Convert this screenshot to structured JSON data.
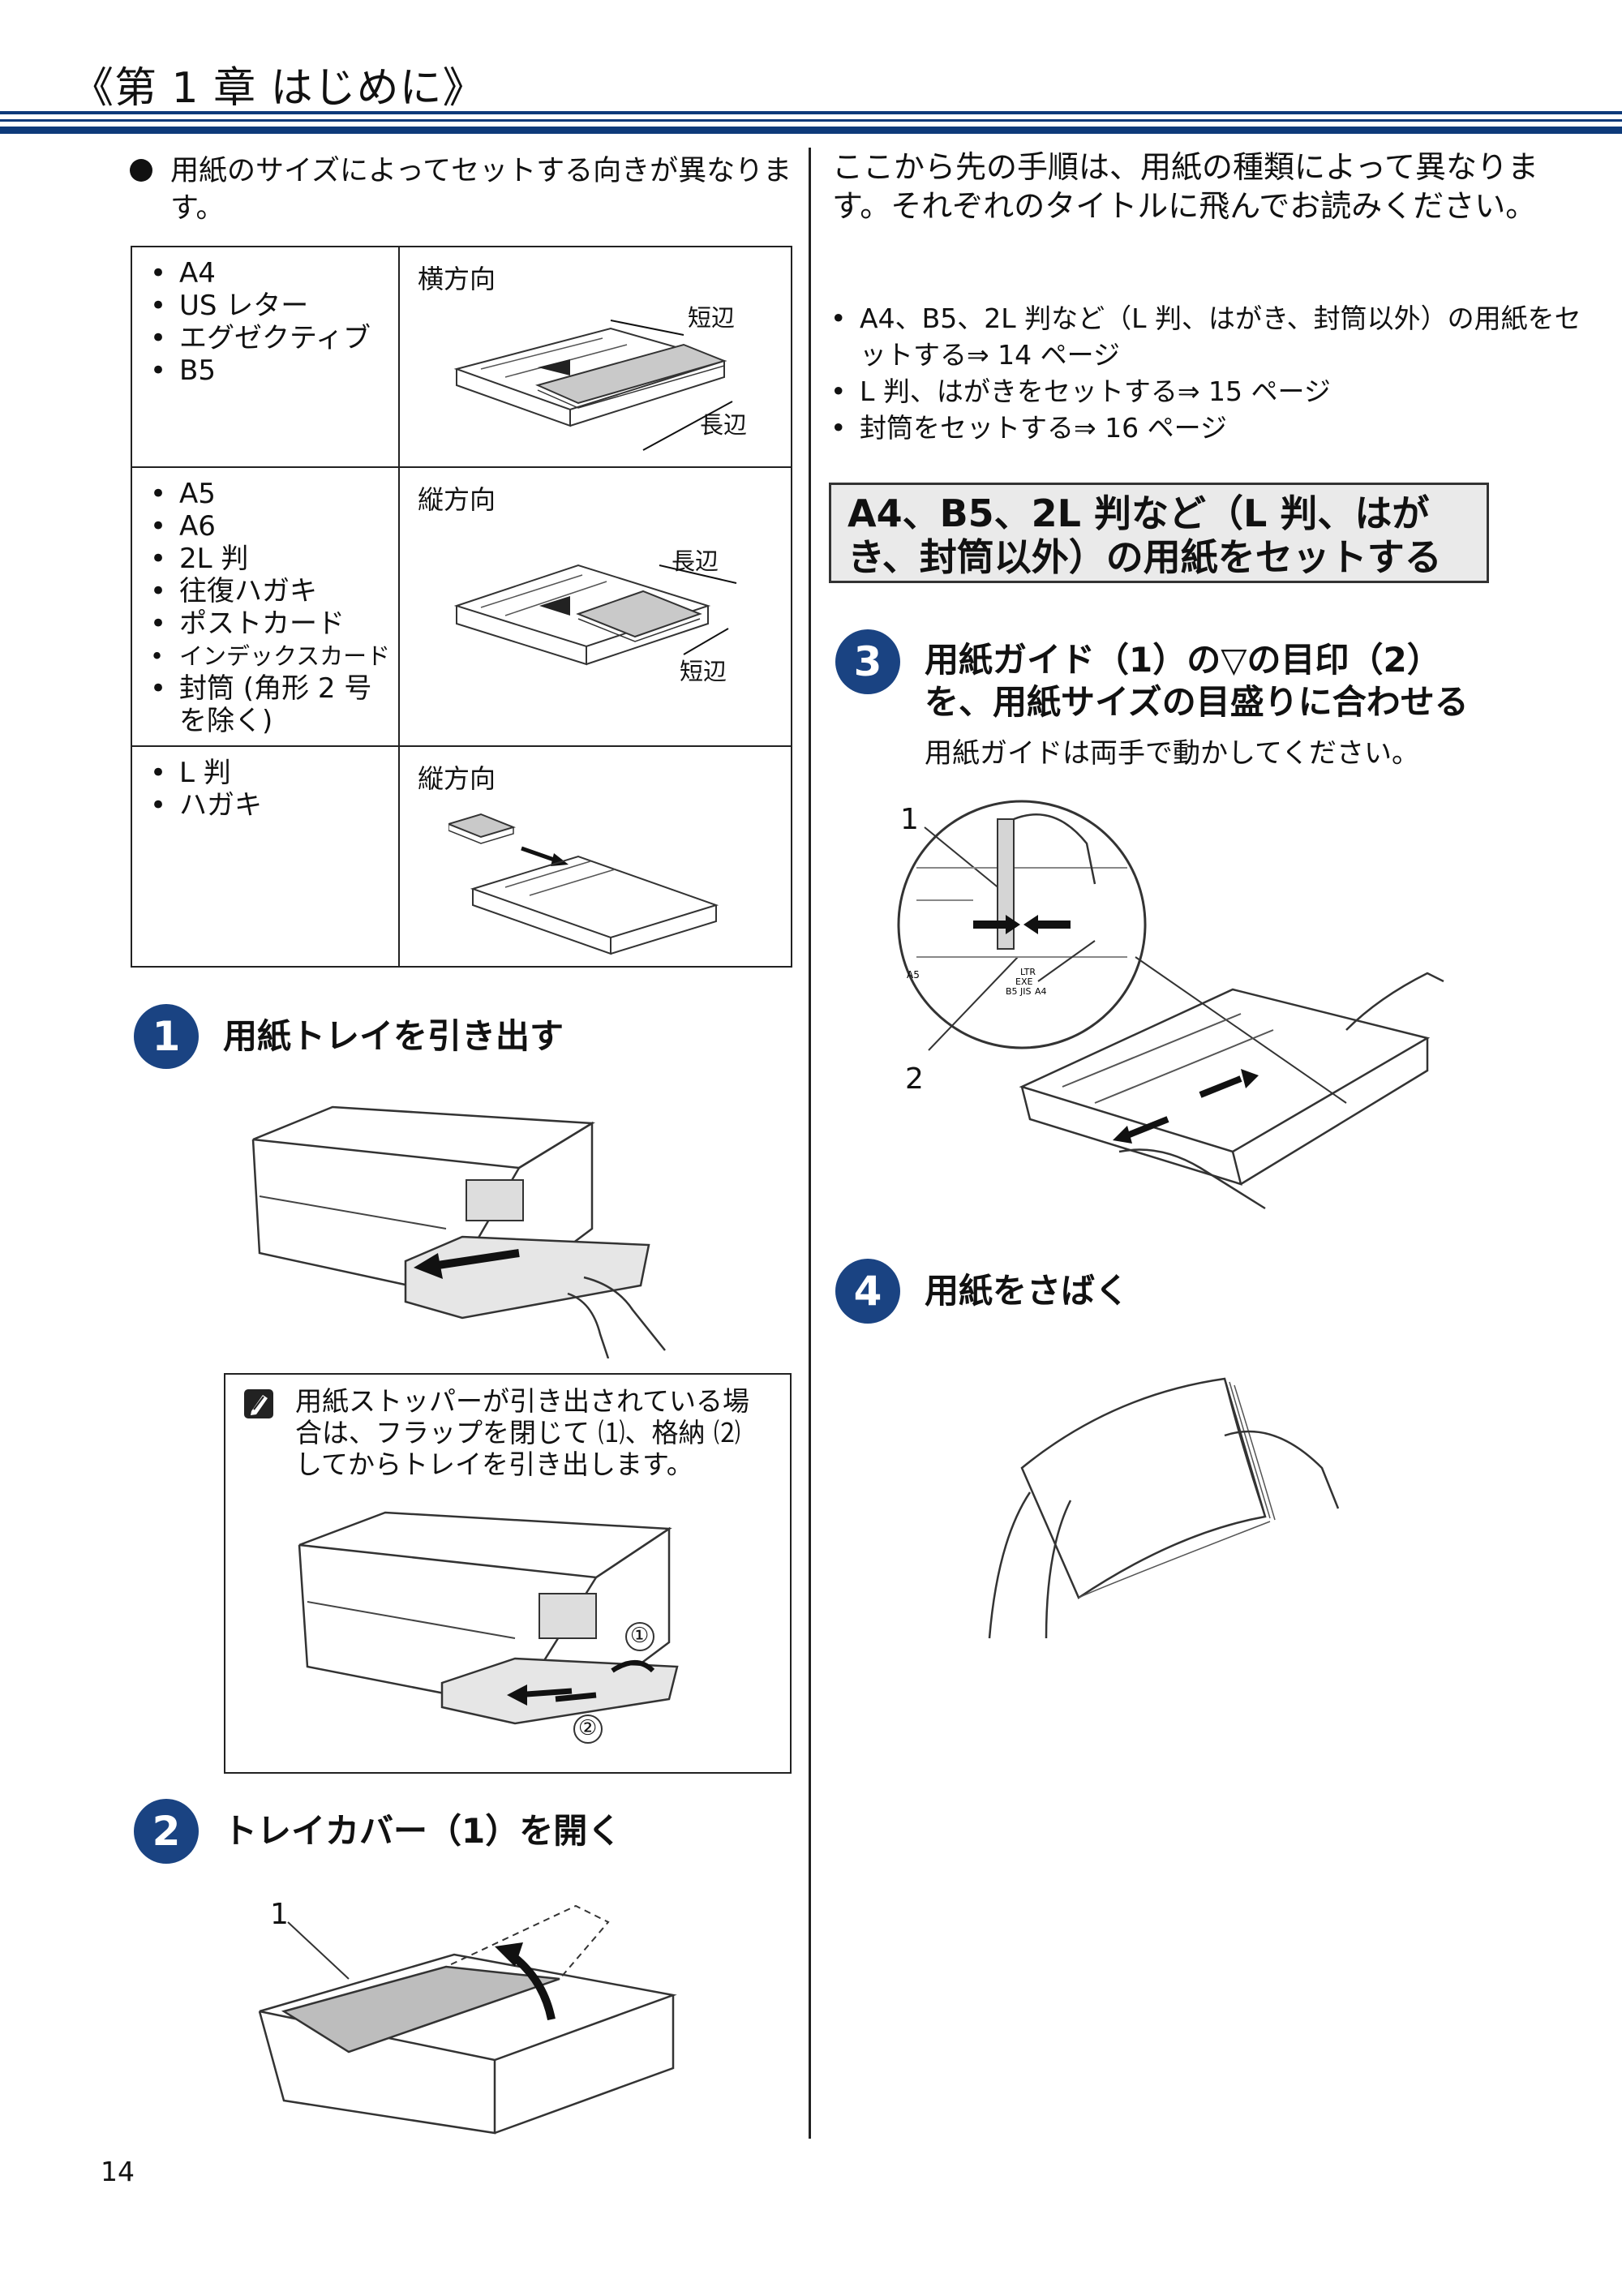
{
  "header": {
    "chapter_title": "《第 1 章 はじめに》"
  },
  "colors": {
    "header_blue": "#0d3a7a",
    "step_blue": "#1a4382",
    "section_gray": "#eaeaea"
  },
  "left": {
    "bullet_note": "用紙のサイズによってセットする向きが異なります。",
    "table": {
      "rows": [
        {
          "sizes": [
            "A4",
            "US レター",
            "エグゼクティブ",
            "B5"
          ],
          "orientation": "横方向",
          "labels": [
            "短辺",
            "長辺"
          ]
        },
        {
          "sizes": [
            "A5",
            "A6",
            "2L 判",
            "往復ハガキ",
            "ポストカード",
            "インデックスカード",
            "封筒 (角形 2 号を除く)"
          ],
          "orientation": "縦方向",
          "labels": [
            "長辺",
            "短辺"
          ]
        },
        {
          "sizes": [
            "L 判",
            "ハガキ"
          ],
          "orientation": "縦方向",
          "labels": []
        }
      ]
    },
    "step1": {
      "number": "1",
      "title": "用紙トレイを引き出す"
    },
    "note": {
      "text": "用紙ストッパーが引き出されている場合は、フラップを閉じて ⑴、格納 ⑵ してからトレイを引き出します。",
      "callouts": [
        "①",
        "②"
      ]
    },
    "step2": {
      "number": "2",
      "title": "トレイカバー（1）を開く",
      "callout": "1"
    }
  },
  "right": {
    "intro": "ここから先の手順は、用紙の種類によって異なります。それぞれのタイトルに飛んでお読みください。",
    "links": [
      "A4、B5、2L 判など（L 判、はがき、封筒以外）の用紙をセットする⇒ 14 ページ",
      "L 判、はがきをセットする⇒ 15 ページ",
      "封筒をセットする⇒ 16 ページ"
    ],
    "section_title": "A4、B5、2L 判など（L 判、はがき、封筒以外）の用紙をセットする",
    "step3": {
      "number": "3",
      "title_line1": "用紙ガイド（1）の▽の目印（2）",
      "title_line2": "を、用紙サイズの目盛りに合わせる",
      "subtitle": "用紙ガイドは両手で動かしてください。",
      "callouts": [
        "1",
        "2"
      ],
      "scale_marks": [
        "A5",
        "LTR",
        "EXE",
        "B5 JIS",
        "A4"
      ]
    },
    "step4": {
      "number": "4",
      "title": "用紙をさばく"
    }
  },
  "footer": {
    "page_number": "14"
  }
}
